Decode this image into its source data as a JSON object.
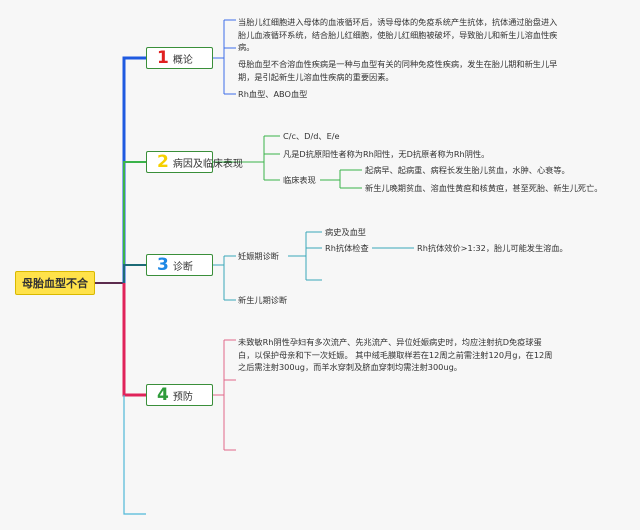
{
  "root": {
    "label": "母胎血型不合"
  },
  "branches": [
    {
      "number": "1",
      "label": "概论",
      "color": "#e02020",
      "items": [
        "当胎儿红细胞进入母体的血液循环后，诱导母体的免疫系统产生抗体，抗体通过胎盘进入胎儿血液循环系统，结合胎儿红细胞，使胎儿红细胞被破坏，导致胎儿和新生儿溶血性疾病。",
        "母胎血型不合溶血性疾病是一种与血型有关的同种免疫性疾病，发生在胎儿期和新生儿早期，是引起新生儿溶血性疾病的重要因素。",
        "Rh血型、ABO血型"
      ]
    },
    {
      "number": "2",
      "label": "病因及临床表现",
      "color": "#f5d000",
      "items": [
        "C/c、D/d、E/e",
        "凡是D抗原阳性者称为Rh阳性，无D抗原者称为Rh阴性。",
        "临床表现"
      ],
      "clinical": [
        "起病早、起病重、病程长发生胎儿贫血，水肿、心衰等。",
        "新生儿晚期贫血、溶血性黄疸和核黄疸，甚至死胎、新生儿死亡。"
      ]
    },
    {
      "number": "3",
      "label": "诊断",
      "color": "#1e88e5",
      "items": [
        "妊娠期诊断",
        "新生儿期诊断"
      ],
      "prenatal": [
        "病史及血型",
        "Rh抗体检查"
      ],
      "antibody_note": "Rh抗体效价>1:32，胎儿可能发生溶血。"
    },
    {
      "number": "4",
      "label": "预防",
      "color": "#e02020",
      "items": [
        "未致敏Rh阴性孕妇有多次流产、先兆流产、异位妊娠病史时，均应注射抗D免疫球蛋白，以保护母亲和下一次妊娠。 其中绒毛膜取样若在12周之前需注射120月g，在12周之后需注射300ug，而羊水穿刺及脐血穿刺均需注射300ug。"
      ]
    }
  ]
}
